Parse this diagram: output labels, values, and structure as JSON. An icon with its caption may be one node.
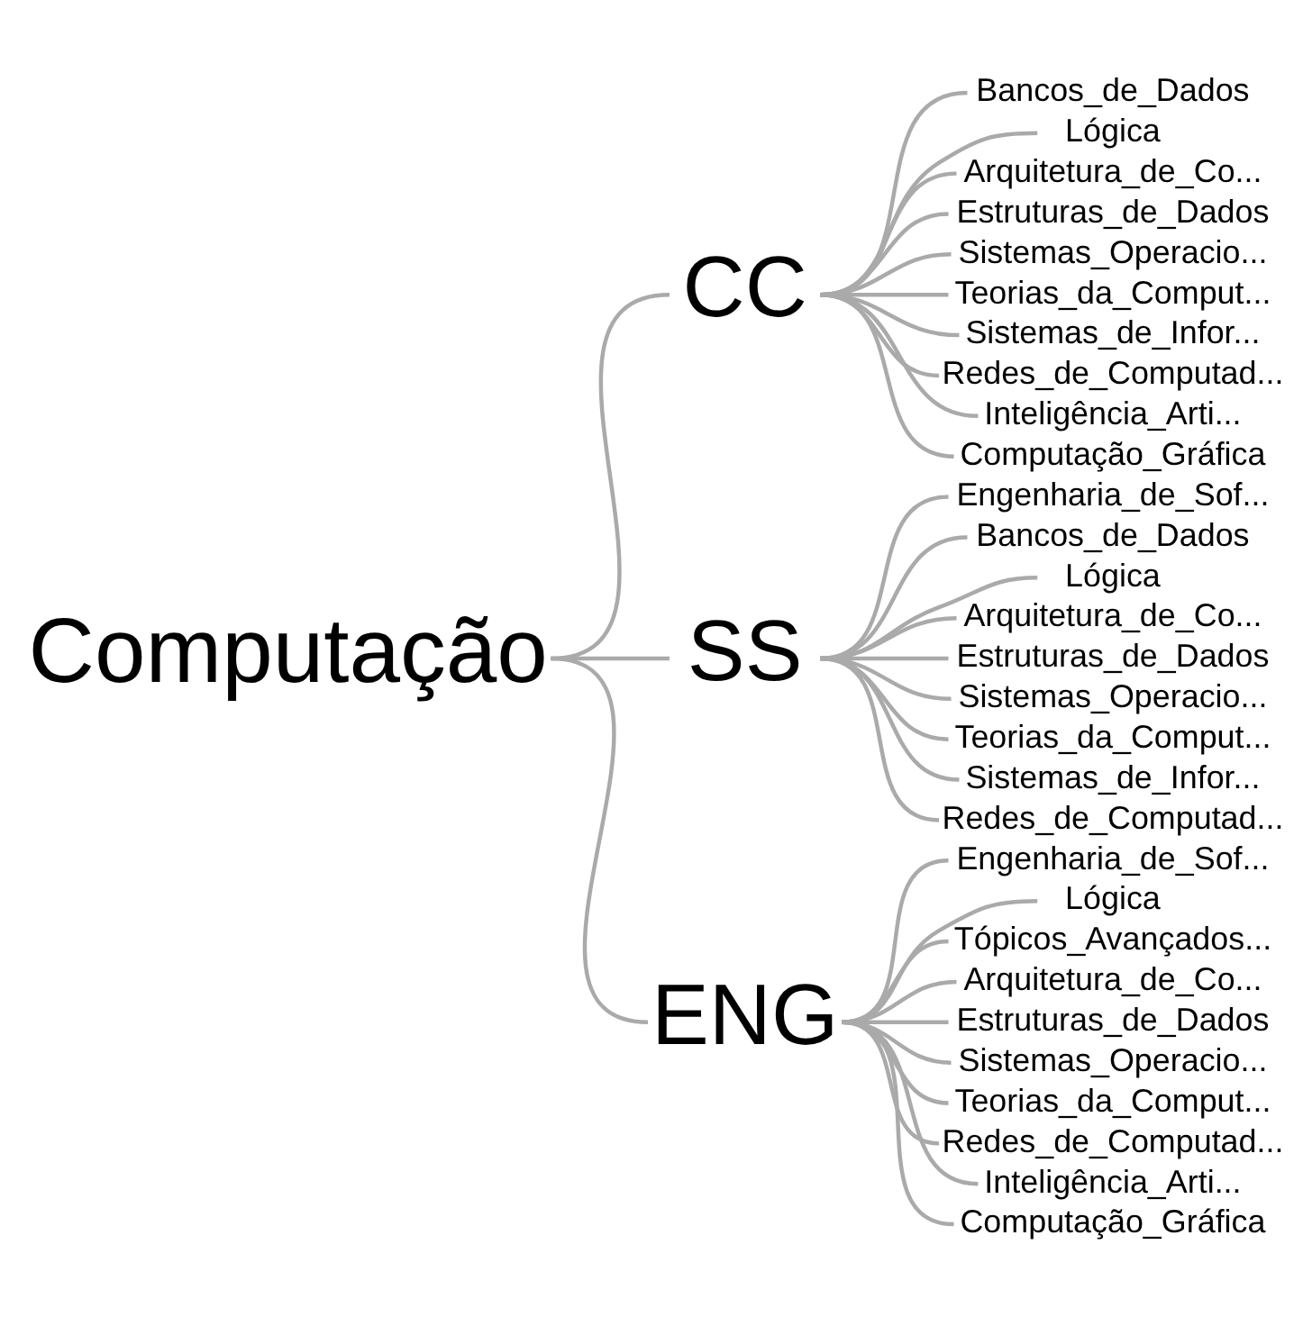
{
  "diagram": {
    "nodes": [
      {
        "text": [
          "Computação"
        ]
      },
      {
        "text": [
          "CC"
        ]
      },
      {
        "text": [
          "Bancos_de_Dados"
        ]
      },
      {
        "text": [
          "Lógica"
        ]
      },
      {
        "text": [
          "Arquitetura_de_Co..."
        ]
      },
      {
        "text": [
          "Estruturas_de_Dados"
        ]
      },
      {
        "text": [
          "Sistemas_Operacio..."
        ]
      },
      {
        "text": [
          "Teorias_da_Comput..."
        ]
      },
      {
        "text": [
          "Sistemas_de_Infor..."
        ]
      },
      {
        "text": [
          "Redes_de_Computad..."
        ]
      },
      {
        "text": [
          "Inteligência_Arti..."
        ]
      },
      {
        "text": [
          "Computação_Gráfica"
        ]
      },
      {
        "text": [
          "SS"
        ]
      },
      {
        "text": [
          "Engenharia_de_Sof..."
        ]
      },
      {
        "text": [
          "Bancos_de_Dados"
        ]
      },
      {
        "text": [
          "Lógica"
        ]
      },
      {
        "text": [
          "Arquitetura_de_Co..."
        ]
      },
      {
        "text": [
          "Estruturas_de_Dados"
        ]
      },
      {
        "text": [
          "Sistemas_Operacio..."
        ]
      },
      {
        "text": [
          "Teorias_da_Comput..."
        ]
      },
      {
        "text": [
          "Sistemas_de_Infor..."
        ]
      },
      {
        "text": [
          "Redes_de_Computad..."
        ]
      },
      {
        "text": [
          "ENG"
        ]
      },
      {
        "text": [
          "Engenharia_de_Sof..."
        ]
      },
      {
        "text": [
          "Lógica"
        ]
      },
      {
        "text": [
          "Tópicos_Avançados..."
        ]
      },
      {
        "text": [
          "Arquitetura_de_Co..."
        ]
      },
      {
        "text": [
          "Estruturas_de_Dados"
        ]
      },
      {
        "text": [
          "Sistemas_Operacio..."
        ]
      },
      {
        "text": [
          "Teorias_da_Comput..."
        ]
      },
      {
        "text": [
          "Redes_de_Computad..."
        ]
      },
      {
        "text": [
          "Inteligência_Arti..."
        ]
      },
      {
        "text": [
          "Computação_Gráfica"
        ]
      }
    ],
    "edges": [
      {
        "from": 0,
        "to": 1,
        "arrow": "none"
      },
      {
        "from": 0,
        "to": 12,
        "arrow": "none"
      },
      {
        "from": 0,
        "to": 22,
        "arrow": "none"
      },
      {
        "from": 1,
        "to": 2,
        "arrow": "none"
      },
      {
        "from": 1,
        "to": 3,
        "arrow": "none"
      },
      {
        "from": 1,
        "to": 4,
        "arrow": "none"
      },
      {
        "from": 1,
        "to": 5,
        "arrow": "none"
      },
      {
        "from": 1,
        "to": 6,
        "arrow": "none"
      },
      {
        "from": 1,
        "to": 7,
        "arrow": "none"
      },
      {
        "from": 1,
        "to": 8,
        "arrow": "none"
      },
      {
        "from": 1,
        "to": 9,
        "arrow": "none"
      },
      {
        "from": 1,
        "to": 10,
        "arrow": "none"
      },
      {
        "from": 1,
        "to": 11,
        "arrow": "none"
      },
      {
        "from": 12,
        "to": 13,
        "arrow": "none"
      },
      {
        "from": 12,
        "to": 14,
        "arrow": "none"
      },
      {
        "from": 12,
        "to": 15,
        "arrow": "none"
      },
      {
        "from": 12,
        "to": 16,
        "arrow": "none"
      },
      {
        "from": 12,
        "to": 17,
        "arrow": "none"
      },
      {
        "from": 12,
        "to": 18,
        "arrow": "none"
      },
      {
        "from": 12,
        "to": 19,
        "arrow": "none"
      },
      {
        "from": 12,
        "to": 20,
        "arrow": "none"
      },
      {
        "from": 12,
        "to": 21,
        "arrow": "none"
      },
      {
        "from": 22,
        "to": 23,
        "arrow": "none"
      },
      {
        "from": 22,
        "to": 24,
        "arrow": "none"
      },
      {
        "from": 22,
        "to": 25,
        "arrow": "none"
      },
      {
        "from": 22,
        "to": 26,
        "arrow": "none"
      },
      {
        "from": 22,
        "to": 27,
        "arrow": "none"
      },
      {
        "from": 22,
        "to": 28,
        "arrow": "none"
      },
      {
        "from": 22,
        "to": 29,
        "arrow": "none"
      },
      {
        "from": 22,
        "to": 30,
        "arrow": "none"
      },
      {
        "from": 22,
        "to": 31,
        "arrow": "none"
      },
      {
        "from": 22,
        "to": 32,
        "arrow": "none"
      }
    ]
  }
}
